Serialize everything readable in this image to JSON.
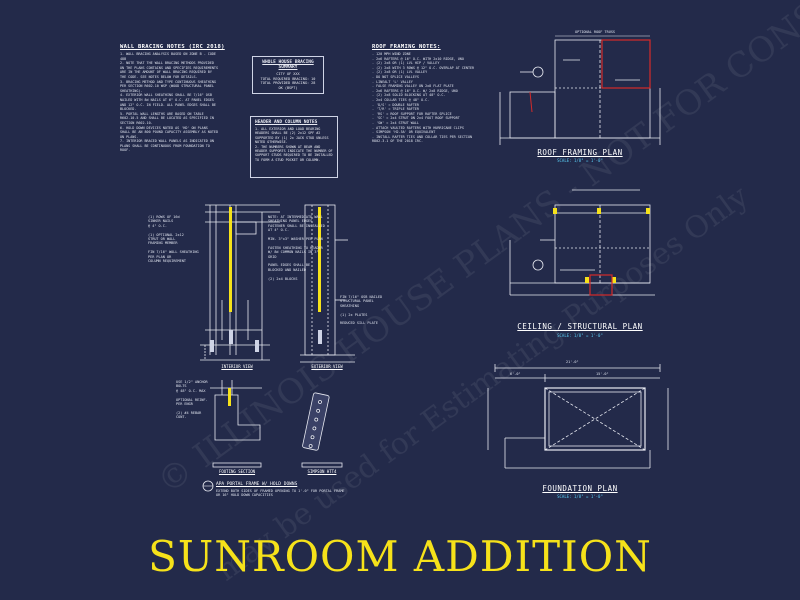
{
  "title": "SUNROOM ADDITION",
  "colors": {
    "background": "#232a4a",
    "linework": "#e8eaf2",
    "title": "#f6e21a",
    "scale": "#58c8f0",
    "accent_red": "#d42a2a"
  },
  "notes": {
    "wall_bracing": {
      "title": "WALL BRACING NOTES (IRC 2018)",
      "body": "1. WALL BRACING ANALYSIS BASED ON ZONE B - CODE 48B\n2. NOTE THAT THE WALL BRACING METHODS PROVIDED ON THE PLANS CONTAINS AND SPECIFIES REQUIREMENTS ARE IN THE AMOUNT OF WALL BRACING REQUIRED BY THE CODE. SEE NOTES BELOW FOR DETAILS.\n3. BRACING METHOD AND TYPE CONTINUOUS SHEATHING PER SECTION R602.10 WSP (WOOD STRUCTURAL PANEL SHEATHING).\n4. EXTERIOR WALL SHEATHING SHALL BE 7/16\" OSB NAILED WITH 8d NAILS AT 6\" O.C. AT PANEL EDGES AND 12\" O.C. IN FIELD. ALL PANEL EDGES SHALL BE BLOCKED.\n5. PORTAL WALL LENGTHS ARE BASED ON TABLE R602.10.5 AND SHALL BE LOCATED AS SPECIFIED IN SECTION R602.10.\n6. HOLD DOWN DEVICES NOTED AS 'HD' ON PLANS SHALL BE AN 800 POUND CAPACITY ASSEMBLY AS NOTED ON PLANS.\n7. INTERIOR BRACED WALL PANELS AS INDICATED ON PLANS SHALL BE CONTINUOUS FROM FOUNDATION TO ROOF."
    },
    "whole_house": {
      "title": "WHOLE HOUSE BRACING SUMMARY",
      "body": "CITY OF XXX\nTOTAL REQUIRED BRACING: 10\nTOTAL PROVIDED BRACING: 28\nOK (BSPT)"
    },
    "header_column": {
      "title": "HEADER AND COLUMN NOTES",
      "body": "1. ALL EXTERIOR AND LOAD BEARING HEADERS SHALL BE (2) 2x12 SPF #2 SUPPORTED BY (1) 2x JACK STUD UNLESS NOTED OTHERWISE.\n2. THE NUMBERS SHOWN AT BEAM AND HEADER SUPPORTS INDICATE THE NUMBER OF SUPPORT STUDS REQUIRED TO BE INSTALLED TO FORM A STUD POCKET OR COLUMN."
    },
    "roof_framing": {
      "title": "ROOF FRAMING NOTES:",
      "body": "- 120 MPH WIND ZONE\n- 2x6 RAFTERS @ 16\" O.C. WITH 2x10 RIDGE, UNO\n- (2) 2x8 OR (1) LVL HIP / VALLEY\n- (2) 2x8 WITH 3 ROWS @ 12\" O.C. OVERLAP AT CENTER\n- (2) 2x8 OR (1) LVL VALLEY\n- DO NOT SPLICE VALLEYS\n- LINEALT 'L' VALLEY\n- FALSE FRAMING VALLEY ON 2x8 FLAT PLATE\n- 2x6 RAFTERS @ 16\" O.C. W/ 2x8 RIDGE, UNO\n- (2) 2x8 SOLID BLOCKING AT 48\" O.C.\n- 2x4 COLLAR TIES @ 48\" O.C.\n- 'D/S' = DOUBLE RAFTER\n- 'T/R' = TRIPLE RAFTER\n- 'RS' = ROOF SUPPORT FOR RAFTER SPLICE\n- 'SC' = 2x4 STRUT ON 2x4 FOOT ROOF SUPPORT\n- 'SW' = 2x4 STRUT WALL\n- ATTACH VAULTED RAFTERS WITH HURRICANE CLIPS\n- SIMPSON 'H2.5A' OR EQUIVALENT\n- INSTALL RAFTER TIES AND COLLAR TIES PER SECTION R802.3.1 OF THE 2018 IRC."
    }
  },
  "plans": {
    "roof": {
      "title": "ROOF FRAMING PLAN",
      "scale": "SCALE: 1/8\" = 1'-0\"",
      "top_label": "OPTIONAL ROOF TRUSS"
    },
    "ceiling": {
      "title": "CEILING / STRUCTURAL PLAN",
      "scale": "SCALE: 1/8\" = 1'-0\""
    },
    "foundation": {
      "title": "FOUNDATION PLAN",
      "scale": "SCALE: 1/8\" = 1'-0\"",
      "dim_total": "21'-0\"",
      "dim_left": "6'-0\"",
      "dim_right": "15'-0\""
    }
  },
  "details": {
    "interior_view": "INTERIOR VIEW",
    "exterior_view": "EXTERIOR VIEW",
    "footing_section": "FOOTING SECTION",
    "simpson_tag": "SIMPSON HTT4",
    "portal_frame": "APA PORTAL FRAME W/ HOLD DOWNS",
    "left_labels": "(1) ROWS OF 16d\nSINKER NAILS\n@ 4\" O.C.\n\n(1) OPTIONAL 2x12\nSTRUT OR WALL\nFRAMING MEMBER\n\nFIN 7/16\" WALL SHEATHING\nPER PLAN OR\nCOLUMN REQUIREMENT",
    "mid_labels": "NOTE: AT INTERMEDIATE WALL\nSHEATHING PANEL EDGES\nFASTENER SHALL BE INSTALLED\nAT 4\" O.C.\n\nMIN. 3\"x3\" WASHER PER PLAN\n\nFASTEN SHEATHING TO HEADER\nW/ 8d COMMON NAILS IN 3\" GRID\n\nPANEL EDGES SHALL BE\nBLOCKED AND NAILED\n\n(2) 2x4 BLOCKS",
    "right_labels": "FIN 7/16\" OSB NAILED\nSTRUCTURAL PANEL\nSHEATHING\n\n(1) 2x PLATES\n\nREDUCED SILL PLATE",
    "footing_labels": "USE 1/2\" ANCHOR BOLTS\n@ 48\" O.C. MAX\n\nOPTIONAL REINF.\nPER ENGR\n\n(2) #4 REBAR\nCONT.",
    "portal_note": "EXTEND BOTH SIDES OF FRAMED OPENING TO 1'-0\" FOR PORTAL FRAME OR 16\" HOLD DOWN CAPACITIES"
  },
  "watermarks": [
    "© ILLINOIS HOUSE PLANS - NOT FOR CONSTRUCTION",
    "may be used for Estimating Purposes Only"
  ]
}
